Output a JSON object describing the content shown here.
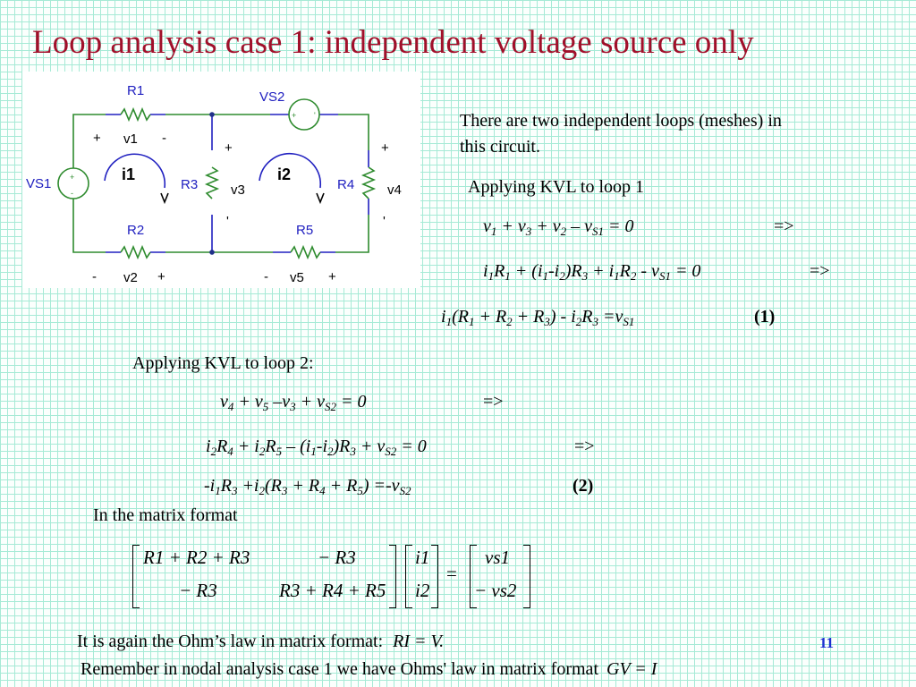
{
  "title": "Loop analysis case 1: independent voltage source only",
  "circuit": {
    "labels": {
      "R1": "R1",
      "R2": "R2",
      "R3": "R3",
      "R4": "R4",
      "R5": "R5",
      "VS1": "VS1",
      "VS2": "VS2",
      "v1": "v1",
      "v2": "v2",
      "v3": "v3",
      "v4": "v4",
      "v5": "v5",
      "i1": "i1",
      "i2": "i2",
      "plus": "+",
      "minus": "-",
      "tick": "'"
    },
    "colors": {
      "wire": "#2e8b2e",
      "lead": "#2020c0",
      "label": "#2020c0"
    }
  },
  "intro": [
    "There are two independent loops (meshes) in",
    "this circuit."
  ],
  "loop1_heading": "Applying KVL to loop 1",
  "loop1": {
    "eq1": [
      "v",
      {
        "sub": "1"
      },
      " + v",
      {
        "sub": "3"
      },
      " + v",
      {
        "sub": "2"
      },
      " – v",
      {
        "sub": "S1"
      },
      " = 0"
    ],
    "eq2": [
      "i",
      {
        "sub": "1"
      },
      "R",
      {
        "sub": "1"
      },
      " + (i",
      {
        "sub": "1"
      },
      "-i",
      {
        "sub": "2"
      },
      ")R",
      {
        "sub": "3"
      },
      " + i",
      {
        "sub": "1"
      },
      "R",
      {
        "sub": "2"
      },
      "  - v",
      {
        "sub": "S1"
      },
      " = 0"
    ],
    "eq3": [
      "i",
      {
        "sub": "1"
      },
      "(R",
      {
        "sub": "1"
      },
      " + R",
      {
        "sub": "2"
      },
      " + R",
      {
        "sub": "3"
      },
      ") - i",
      {
        "sub": "2"
      },
      "R",
      {
        "sub": "3"
      },
      "  =v",
      {
        "sub": "S1"
      }
    ],
    "arrow": "=>",
    "label": "(1)"
  },
  "loop2_heading": "Applying KVL to loop 2:",
  "loop2": {
    "eq1": [
      "v",
      {
        "sub": "4"
      },
      " + v",
      {
        "sub": "5"
      },
      " –v",
      {
        "sub": "3"
      },
      " + v",
      {
        "sub": "S2"
      },
      " = 0"
    ],
    "eq2": [
      "i",
      {
        "sub": "2"
      },
      "R",
      {
        "sub": "4"
      },
      " + i",
      {
        "sub": "2"
      },
      "R",
      {
        "sub": "5"
      },
      " – (i",
      {
        "sub": "1"
      },
      "-i",
      {
        "sub": "2"
      },
      ")R",
      {
        "sub": "3"
      },
      "  + v",
      {
        "sub": "S2"
      },
      " = 0"
    ],
    "eq3": [
      "-i",
      {
        "sub": "1"
      },
      "R",
      {
        "sub": "3"
      },
      " +i",
      {
        "sub": "2"
      },
      "(R",
      {
        "sub": "3"
      },
      " + R",
      {
        "sub": "4"
      },
      " + R",
      {
        "sub": "5"
      },
      ")  =-v",
      {
        "sub": "S2"
      }
    ],
    "arrow": "=>",
    "label": "(2)"
  },
  "matrix_heading": "In the matrix format",
  "matrix": {
    "a11": "R1 + R2 + R3",
    "a12": "− R3",
    "a21": "− R3",
    "a22": "R3 + R4 + R5",
    "x1": "i1",
    "x2": "i2",
    "eq": "=",
    "b1": "vs1",
    "b2": "− vs2"
  },
  "footer": {
    "line1": "It is again the Ohm’s law in matrix format:",
    "line1_formula": "RI = V.",
    "line2": "Remember in nodal analysis case 1 we have Ohms' law  in matrix format",
    "line2_formula": "GV = I",
    "page_number": "11"
  }
}
